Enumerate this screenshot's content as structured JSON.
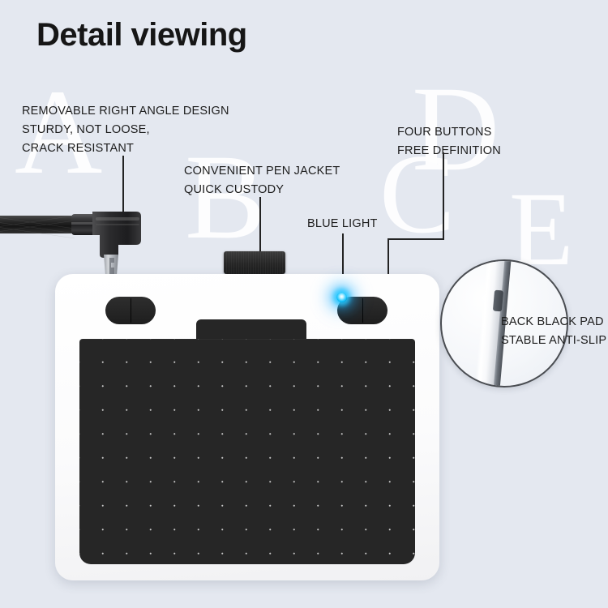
{
  "page": {
    "title": "Detail viewing",
    "background_color": "#e4e8f0",
    "text_color": "#1d1d1d"
  },
  "watermarks": [
    {
      "id": "A",
      "letter": "A"
    },
    {
      "id": "B",
      "letter": "B"
    },
    {
      "id": "C",
      "letter": "C"
    },
    {
      "id": "D",
      "letter": "D"
    },
    {
      "id": "E",
      "letter": "E"
    }
  ],
  "callouts": {
    "a": {
      "key": "A",
      "line1": "REMOVABLE RIGHT ANGLE DESIGN",
      "line2": "STURDY, NOT LOOSE,",
      "line3": "CRACK RESISTANT",
      "target": "usb-cable-connector"
    },
    "b": {
      "key": "B",
      "line1": "CONVENIENT PEN JACKET",
      "line2": "QUICK CUSTODY",
      "target": "pen-jacket"
    },
    "c": {
      "key": "C",
      "line1": "BLUE LIGHT",
      "target": "blue-led"
    },
    "d": {
      "key": "D",
      "line1": "FOUR BUTTONS",
      "line2": "FREE DEFINITION",
      "target": "button-pad-right"
    },
    "e": {
      "key": "E",
      "line1": "BACK BLACK PAD",
      "line2": "STABLE ANTI-SLIP",
      "target": "magnifier-inset"
    }
  },
  "device": {
    "name": "graphics-drawing-tablet",
    "body_color": "#ffffff",
    "active_area_color": "#262626",
    "button_pads": 2,
    "buttons_total": 4,
    "led_color": "#35ccff"
  }
}
